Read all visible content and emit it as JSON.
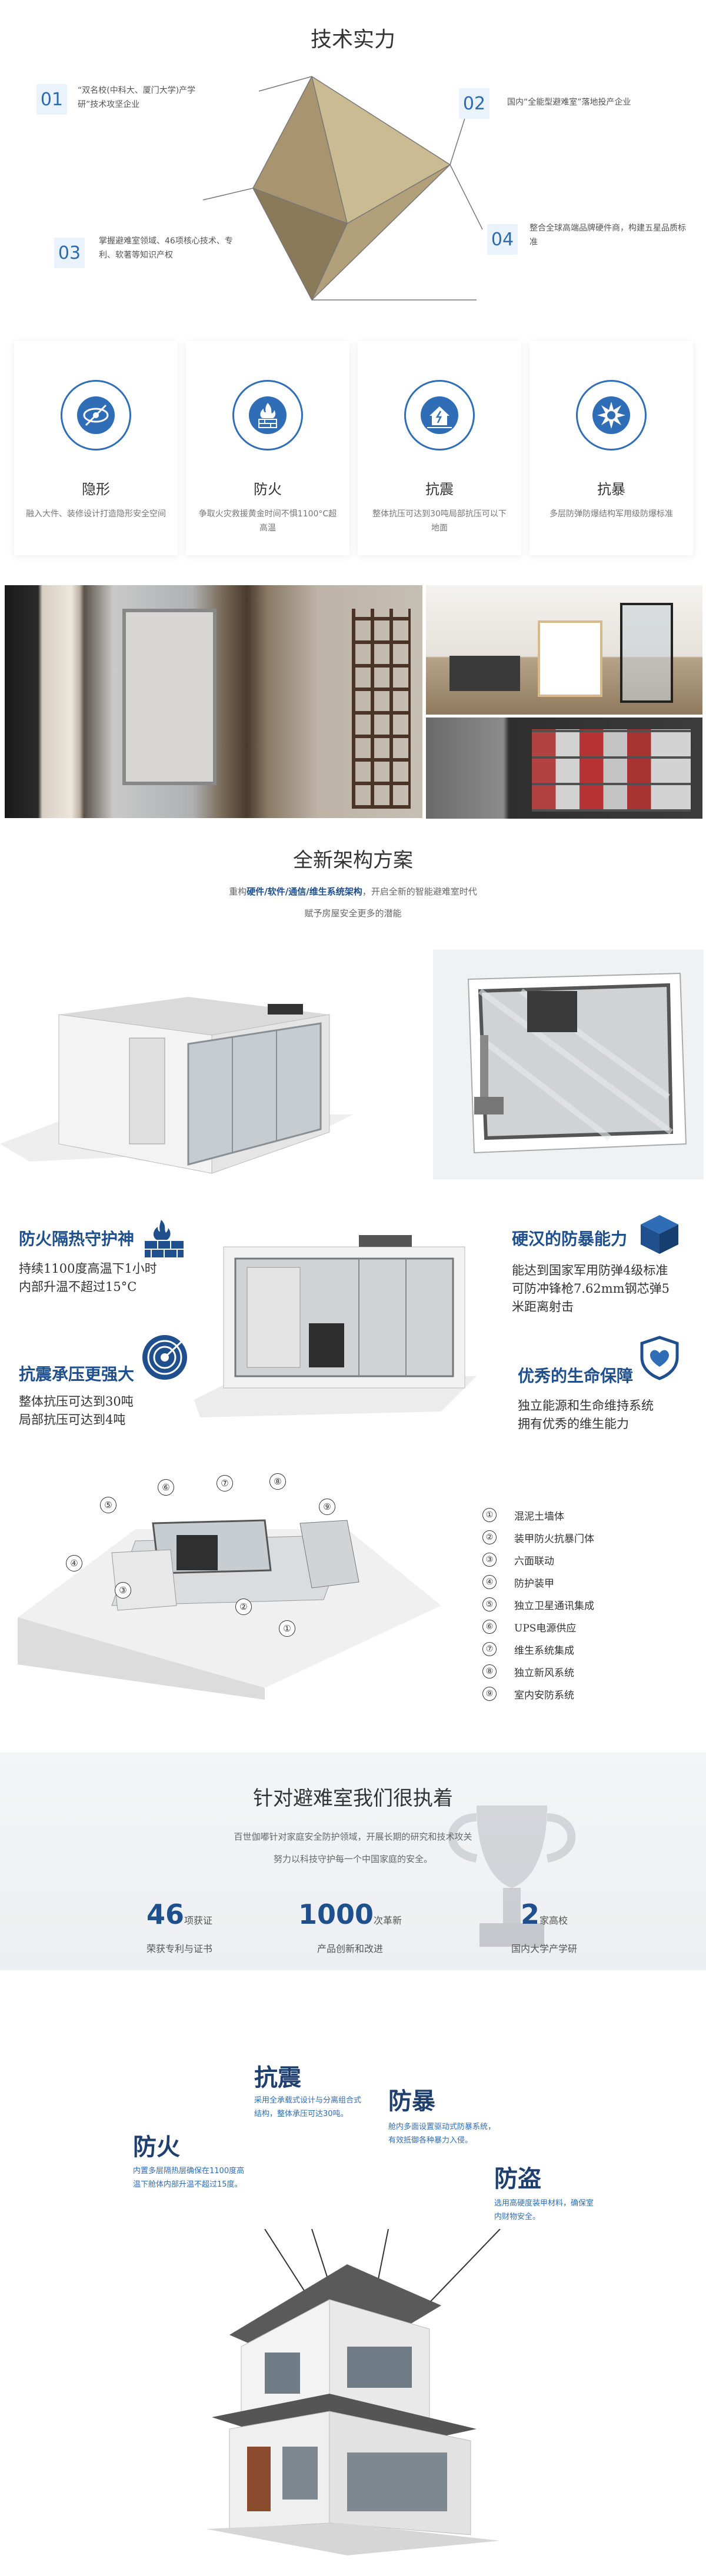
{
  "tech": {
    "title": "技术实力",
    "items": [
      {
        "num": "01",
        "text": "“双名校(中科大、厦门大学)产学研”技术攻坚企业"
      },
      {
        "num": "02",
        "text": "国内“全能型避难室”落地投产企业"
      },
      {
        "num": "03",
        "text": "掌握避难室领域、46项核心技术、专利、软著等知识产权"
      },
      {
        "num": "04",
        "text": "整合全球高端品牌硬件商，构建五星品质标准"
      }
    ]
  },
  "features": [
    {
      "title": "隐形",
      "desc": "融入大件、装修设计打造隐形安全空间",
      "icon": "eye-slash-icon"
    },
    {
      "title": "防火",
      "desc": "争取火灾救援黄金时间不惧1100°C超高温",
      "icon": "fire-wall-icon"
    },
    {
      "title": "抗震",
      "desc": "整体抗压可达到30吨局部抗压可以下地面",
      "icon": "house-shake-icon"
    },
    {
      "title": "抗暴",
      "desc": "多层防弹防爆结构军用级防爆标准",
      "icon": "burst-icon"
    }
  ],
  "architecture": {
    "title": "全新架构方案",
    "sub_prefix": "重构",
    "sub_emph": "硬件/软件/通信/维生系统架构",
    "sub_suffix": "，开启全新的智能避难室时代",
    "sub_line2": "赋予房屋安全更多的潜能"
  },
  "protect": {
    "fire": {
      "title": "防火隔热守护神",
      "desc": "持续1100度高温下1小时\n内部升温不超过15°C"
    },
    "quake": {
      "title": "抗震承压更强大",
      "desc": "整体抗压可达到30吨\n局部抗压可达到4吨"
    },
    "armor": {
      "title": "硬汉的防暴能力",
      "desc": "能达到国家军用防弹4级标准\n可防冲锋枪7.62mm钢芯弹5\n米距离射击"
    },
    "life": {
      "title": "优秀的生命保障",
      "desc": "独立能源和生命维持系统\n拥有优秀的维生能力"
    }
  },
  "legend": {
    "items": [
      {
        "num": "①",
        "label": "混泥土墙体"
      },
      {
        "num": "②",
        "label": "装甲防火抗暴门体"
      },
      {
        "num": "③",
        "label": "六面联动"
      },
      {
        "num": "④",
        "label": "防护装甲"
      },
      {
        "num": "⑤",
        "label": "独立卫星通讯集成"
      },
      {
        "num": "⑥",
        "label": "UPS电源供应"
      },
      {
        "num": "⑦",
        "label": "维生系统集成"
      },
      {
        "num": "⑧",
        "label": "独立新风系统"
      },
      {
        "num": "⑨",
        "label": "室内安防系统"
      }
    ],
    "callouts": [
      "①",
      "②",
      "③",
      "④",
      "⑤",
      "⑥",
      "⑦",
      "⑧",
      "⑨"
    ]
  },
  "commit": {
    "title": "针对避难室我们很执着",
    "desc1": "百世伽嘟针对家庭安全防护领域，开展长期的研究和技术攻关",
    "desc2": "努力以科技守护每一个中国家庭的安全。",
    "stats": [
      {
        "num": "46",
        "unit": "项获证",
        "label": "荣获专利与证书"
      },
      {
        "num": "1000",
        "unit": "次革新",
        "label": "产品创新和改进"
      },
      {
        "num": "2",
        "unit": "家高校",
        "label": "国内大学产学研"
      }
    ]
  },
  "house": {
    "quake": {
      "title": "抗震",
      "desc": "采用全承载式设计与分离组合式结构，整体承压可达30吨。"
    },
    "riot": {
      "title": "防暴",
      "desc": "舱内多面设置驱动式防暴系统，有效抵御各种暴力入侵。"
    },
    "fire": {
      "title": "防火",
      "desc": "内置多层隔热层确保在1100度高温下舱体内部升温不超过15度。"
    },
    "theft": {
      "title": "防盗",
      "desc": "选用高硬度装甲材料，确保室内财物安全。"
    }
  },
  "colors": {
    "accent": "#1f4f8c",
    "light_blue": "#eaf2fb",
    "link": "#2f6db6"
  }
}
